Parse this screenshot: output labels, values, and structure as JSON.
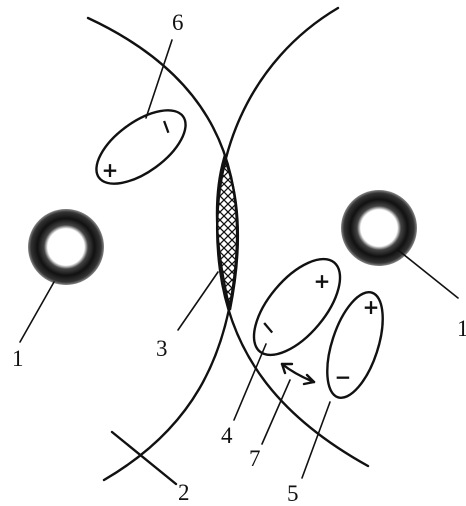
{
  "labels": {
    "l1": "1",
    "l1b": "1",
    "l2": "2",
    "l3": "3",
    "l4": "4",
    "l5": "5",
    "l6": "6",
    "l7": "7"
  },
  "signs": {
    "plus": "+",
    "minus": "−"
  },
  "colors": {
    "ink": "#111111",
    "background": "#ffffff"
  }
}
